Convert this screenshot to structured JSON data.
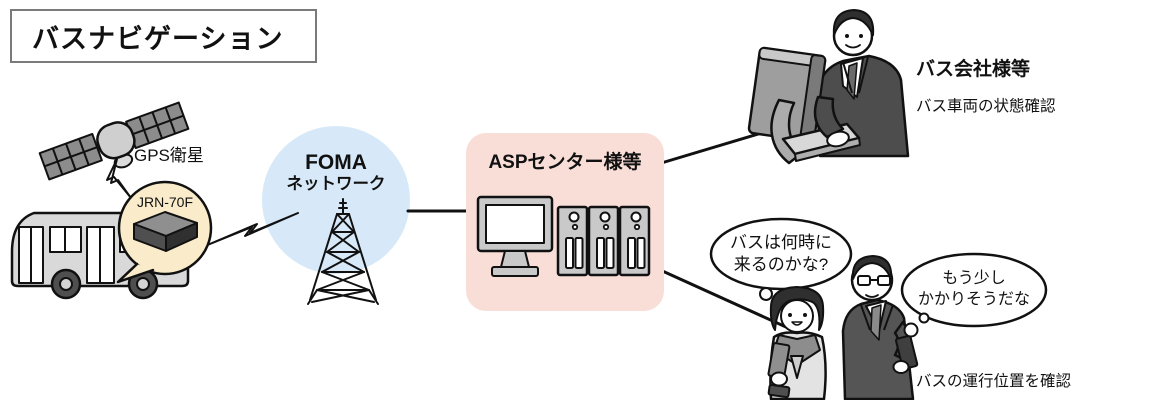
{
  "title": "バスナビゲーション",
  "gps_satellite": {
    "label": "GPS衛星"
  },
  "onboard_device": {
    "label": "JRN-70F"
  },
  "foma_network": {
    "name": "FOMA",
    "subname": "ネットワーク"
  },
  "asp_center": {
    "label": "ASPセンター様等"
  },
  "bus_company": {
    "label": "バス会社様等",
    "caption": "バス車両の状態確認"
  },
  "passengers": {
    "girl_bubble": {
      "line1": "バスは何時に",
      "line2": "来るのかな?"
    },
    "man_bubble": {
      "line1": "もう少し",
      "line2": "かかりそうだな"
    },
    "caption": "バスの運行位置を確認"
  },
  "colors": {
    "foma_circle": "#d7e9f8",
    "asp_box": "#f9ded8",
    "device_balloon": "#faecca",
    "line": "#111111"
  }
}
